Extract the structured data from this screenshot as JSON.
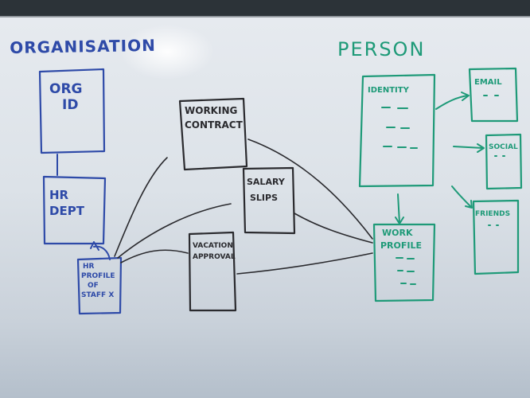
{
  "colors": {
    "blue_marker": "#2e4aa8",
    "green_marker": "#1e9a78",
    "black_marker": "#2a2a2e"
  },
  "headings": {
    "organisation": "ORGANISATION",
    "person": "PERSON"
  },
  "organisation": {
    "org_id_line1": "ORG",
    "org_id_line2": "ID",
    "hr_dept_line1": "HR",
    "hr_dept_line2": "DEPT",
    "hr_profile_line1": "HR",
    "hr_profile_line2": "PROFILE",
    "hr_profile_line3": "OF",
    "hr_profile_line4": "STAFF X"
  },
  "documents": {
    "working_contract_line1": "WORKING",
    "working_contract_line2": "CONTRACT",
    "salary_slips_line1": "SALARY",
    "salary_slips_line2": "SLIPS",
    "vacation_approval_line1": "VACATION",
    "vacation_approval_line2": "APPROVAL"
  },
  "person": {
    "identity": "IDENTITY",
    "work_profile_line1": "WORK",
    "work_profile_line2": "PROFILE",
    "email": "EMAIL",
    "social": "SOCIAL",
    "friends": "FRIENDS"
  }
}
